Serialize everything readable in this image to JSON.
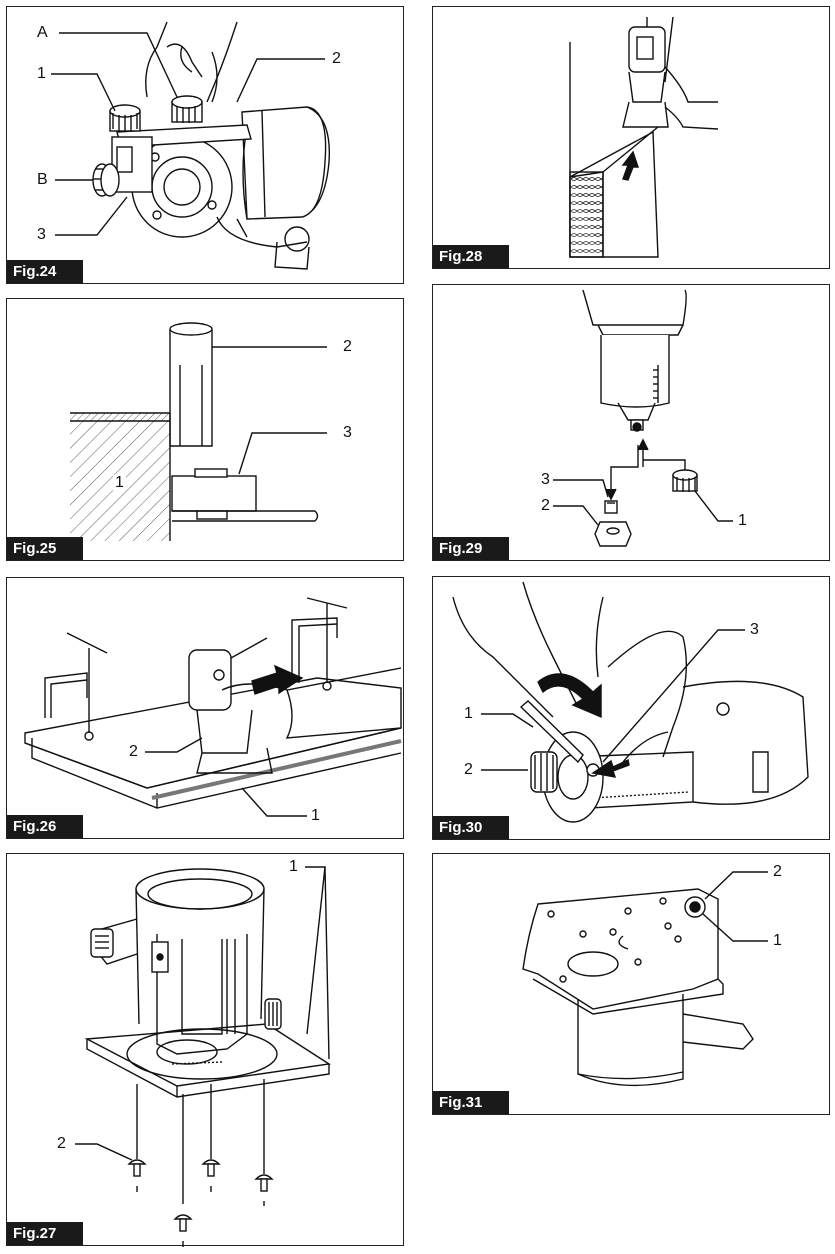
{
  "figures": {
    "fig24": {
      "label": "Fig.24",
      "callouts": [
        "A",
        "1",
        "2",
        "B",
        "3"
      ]
    },
    "fig28": {
      "label": "Fig.28",
      "callouts": []
    },
    "fig25": {
      "label": "Fig.25",
      "callouts": [
        "2",
        "3",
        "1"
      ]
    },
    "fig29": {
      "label": "Fig.29",
      "callouts": [
        "3",
        "2",
        "1"
      ]
    },
    "fig26": {
      "label": "Fig.26",
      "callouts": [
        "2",
        "1"
      ]
    },
    "fig30": {
      "label": "Fig.30",
      "callouts": [
        "3",
        "1",
        "2"
      ]
    },
    "fig27": {
      "label": "Fig.27",
      "callouts": [
        "1",
        "2"
      ]
    },
    "fig31": {
      "label": "Fig.31",
      "callouts": [
        "2",
        "1"
      ]
    }
  },
  "colors": {
    "line": "#111111",
    "label_bg": "#1a1a1a",
    "label_text": "#ffffff",
    "hatch": "#333333",
    "arrow": "#111111"
  }
}
